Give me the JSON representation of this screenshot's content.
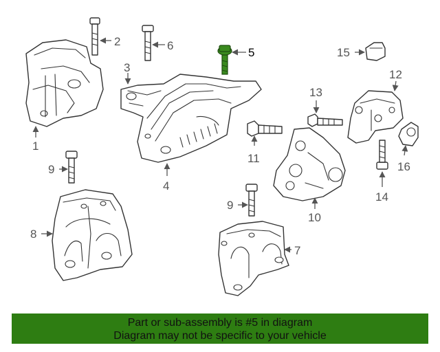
{
  "diagram": {
    "highlighted_part": "5",
    "highlight_color": "#3a8a1e",
    "callouts": {
      "c1": "1",
      "c2": "2",
      "c3": "3",
      "c4": "4",
      "c5": "5",
      "c6": "6",
      "c7": "7",
      "c8": "8",
      "c9a": "9",
      "c9b": "9",
      "c10": "10",
      "c11": "11",
      "c12": "12",
      "c13": "13",
      "c14": "14",
      "c15": "15",
      "c16": "16"
    }
  },
  "banner": {
    "line1": "Part or sub-assembly is #5 in diagram",
    "line2": "Diagram may not be specific to your vehicle",
    "background": "#2e7d12"
  }
}
